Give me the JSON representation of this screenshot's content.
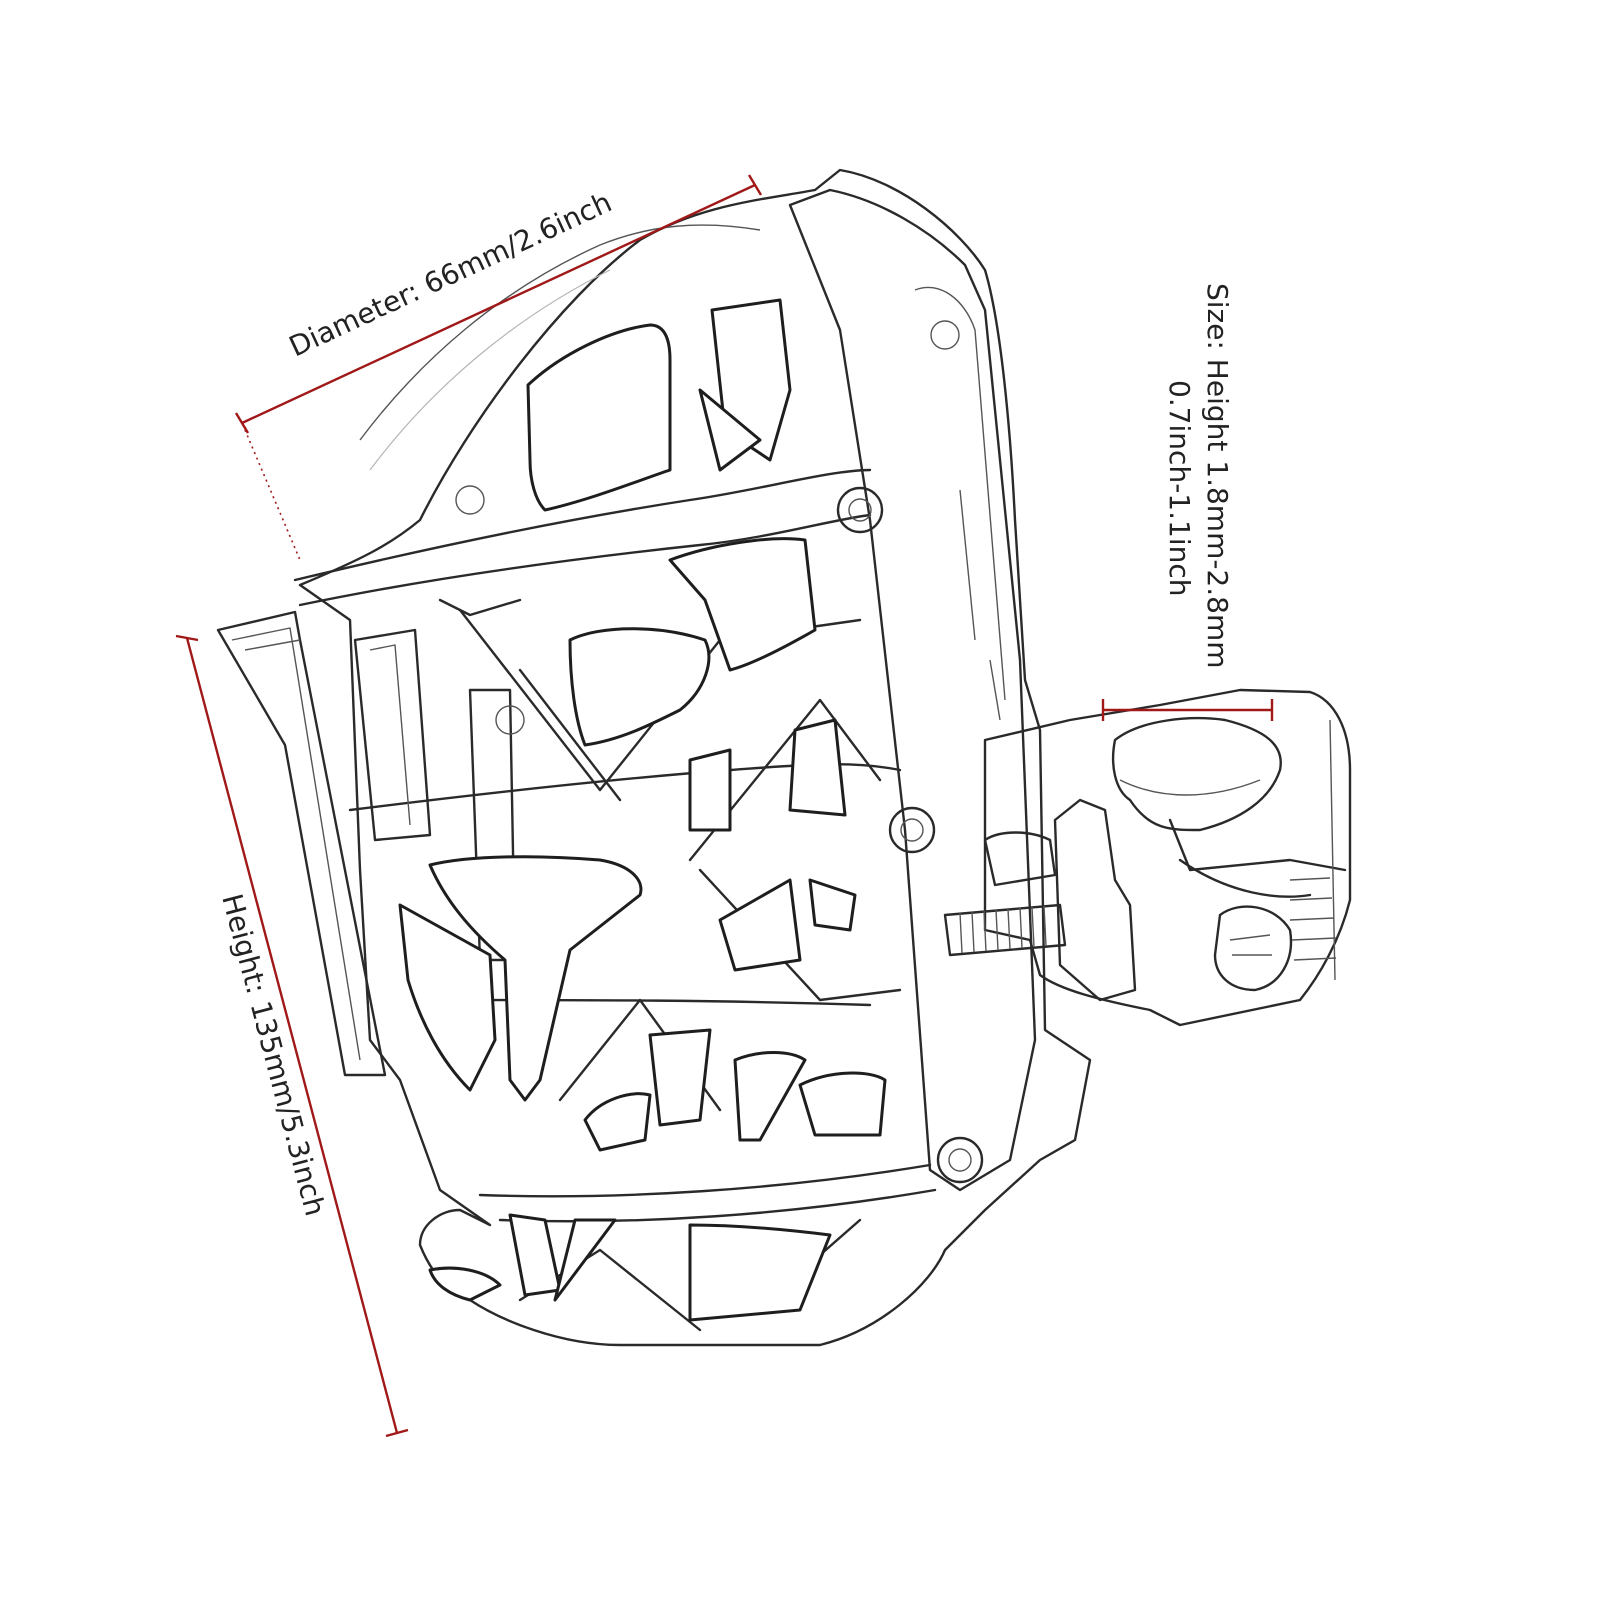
{
  "labels": {
    "diameter": "Diameter: 66mm/2.6inch",
    "height": "Height: 135mm/5.3inch",
    "size_line1": "Size: Height 1.8mm-2.8mm",
    "size_line2": "0.7inch-1.1inch"
  },
  "colors": {
    "dimension_line": "#a01818",
    "sketch_stroke": "#2a2a2a",
    "background": "#ffffff"
  }
}
